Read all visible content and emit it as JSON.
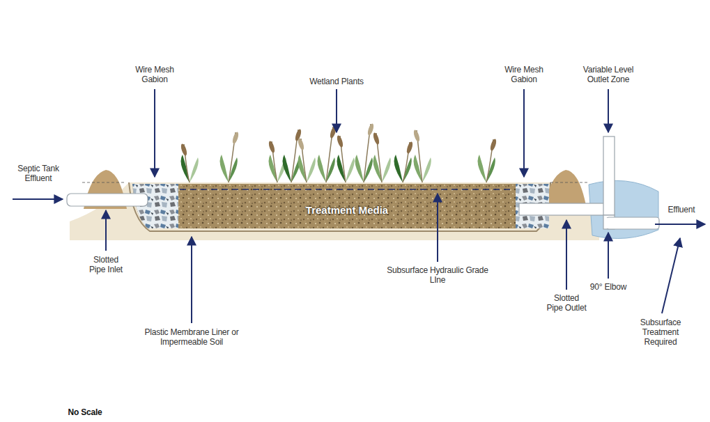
{
  "diagram": {
    "nodes": [
      {
        "text": [
          "Treatment Media"
        ]
      }
    ],
    "labels": [
      "Septic Tank Effluent",
      "Wire Mesh Gabion",
      "Wetland Plants",
      "Wire Mesh Gabion",
      "Variable Level Outlet Zone",
      "Effluent",
      "Slotted Pipe Inlet",
      "Plastic Membrane Liner or Impermeable Soil",
      "Subsurface Hydraulic Grade LIne",
      "Slotted Pipe Outlet",
      "90° Elbow",
      "Subsurface Treatment Required",
      "No Scale"
    ]
  }
}
